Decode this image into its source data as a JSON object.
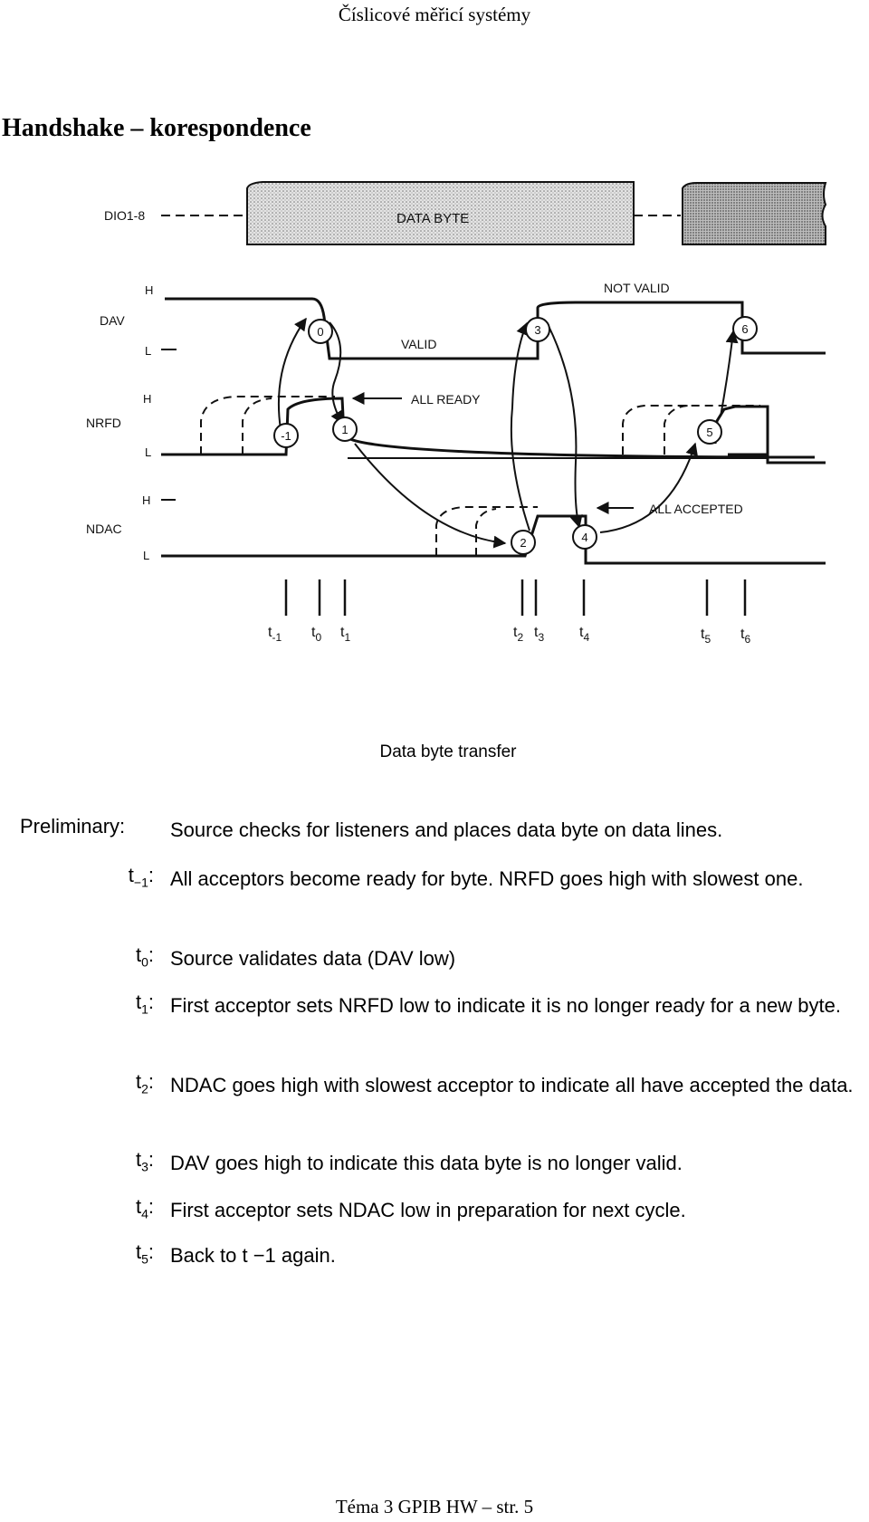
{
  "header": "Číslicové měřicí systémy",
  "title": "Handshake – korespondence",
  "diagram": {
    "signals": [
      "DIO1-8",
      "DAV",
      "NRFD",
      "NDAC"
    ],
    "data_byte_label": "DATA BYTE",
    "level_h": "H",
    "level_l": "L",
    "annotations": {
      "valid": "VALID",
      "not_valid": "NOT VALID",
      "all_ready": "ALL READY",
      "all_accepted": "ALL ACCEPTED"
    },
    "markers": [
      "-1",
      "0",
      "1",
      "2",
      "3",
      "4",
      "5",
      "6"
    ],
    "times": [
      {
        "t": "t",
        "sub": "-1"
      },
      {
        "t": "t",
        "sub": "0"
      },
      {
        "t": "t",
        "sub": "1"
      },
      {
        "t": "t",
        "sub": "2"
      },
      {
        "t": "t",
        "sub": "3"
      },
      {
        "t": "t",
        "sub": "4"
      },
      {
        "t": "t",
        "sub": "5"
      },
      {
        "t": "t",
        "sub": "6"
      }
    ]
  },
  "caption": "Data byte transfer",
  "steps": [
    {
      "label": "Preliminary:",
      "label_sub": "",
      "text": "Source checks for listeners and places data byte on data lines."
    },
    {
      "label": "t",
      "label_sub": "−1",
      "text": "All acceptors become ready for byte. NRFD goes high with slowest one."
    },
    {
      "label": "t",
      "label_sub": "0",
      "text": "Source validates data (DAV low)"
    },
    {
      "label": "t",
      "label_sub": "1",
      "text": "First acceptor sets NRFD low to indicate it is no longer ready for a new byte."
    },
    {
      "label": "t",
      "label_sub": "2",
      "text": "NDAC goes high with slowest acceptor to indicate all have accepted the data."
    },
    {
      "label": "t",
      "label_sub": "3",
      "text": "DAV goes high to indicate this data byte is no longer valid."
    },
    {
      "label": "t",
      "label_sub": "4",
      "text": "First acceptor sets NDAC low in preparation for next cycle."
    },
    {
      "label": "t",
      "label_sub": "5",
      "text": "Back to t −1 again."
    }
  ],
  "footer": "Téma 3 GPIB HW – str. 5"
}
